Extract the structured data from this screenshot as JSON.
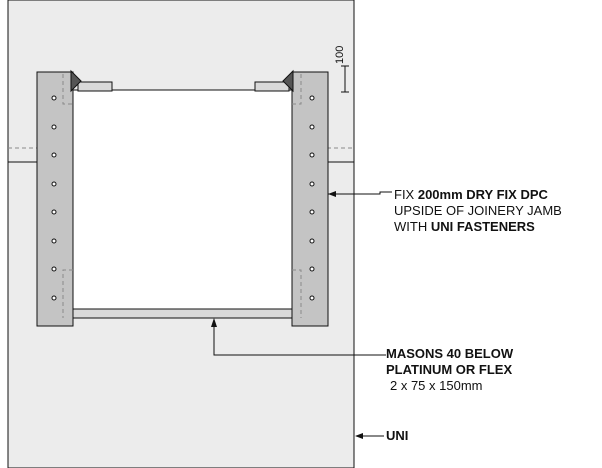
{
  "dimension": {
    "value": "100"
  },
  "callouts": {
    "dpc": {
      "line1_prefix": "FIX ",
      "line1_bold": "200mm DRY FIX DPC",
      "line2": "UPSIDE OF JOINERY JAMB",
      "line3_prefix": "WITH ",
      "line3_bold": "UNI FASTENERS"
    },
    "masons": {
      "line1": "MASONS 40 BELOW",
      "line2": "PLATINUM OR FLEX",
      "line3": "2 x 75 x 150mm"
    },
    "uni": {
      "label": "UNI"
    }
  },
  "colors": {
    "wall": "#ececec",
    "jamb": "#c4c4c4",
    "sill": "#d9d9d9",
    "stroke": "#111111",
    "dash": "#8a8a8a"
  }
}
